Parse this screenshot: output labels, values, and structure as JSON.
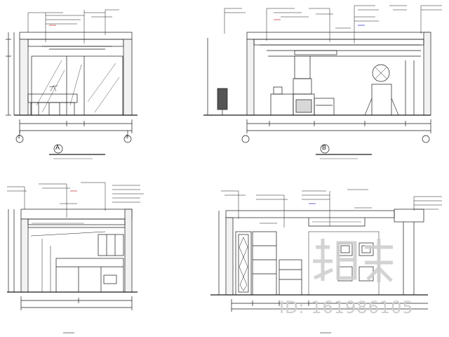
{
  "drawing": {
    "type": "architectural interior elevations (CAD)",
    "panels": [
      {
        "id": "A",
        "caption": "",
        "position": "top-left",
        "marker": "A"
      },
      {
        "id": "B",
        "caption": "",
        "position": "top-right",
        "marker": "B"
      },
      {
        "id": "C",
        "caption": "",
        "position": "bottom-left",
        "marker": ""
      },
      {
        "id": "D",
        "caption": "",
        "position": "bottom-right",
        "marker": ""
      }
    ],
    "axis_markers": [
      "1",
      "3"
    ]
  },
  "watermark": {
    "logo_chars": "知末",
    "id_text": "ID: 161986105"
  },
  "colors": {
    "line": "#1a1a1a",
    "accent_red": "#c00000",
    "accent_blue": "#0000cc",
    "watermark": "#cfcfcf"
  }
}
